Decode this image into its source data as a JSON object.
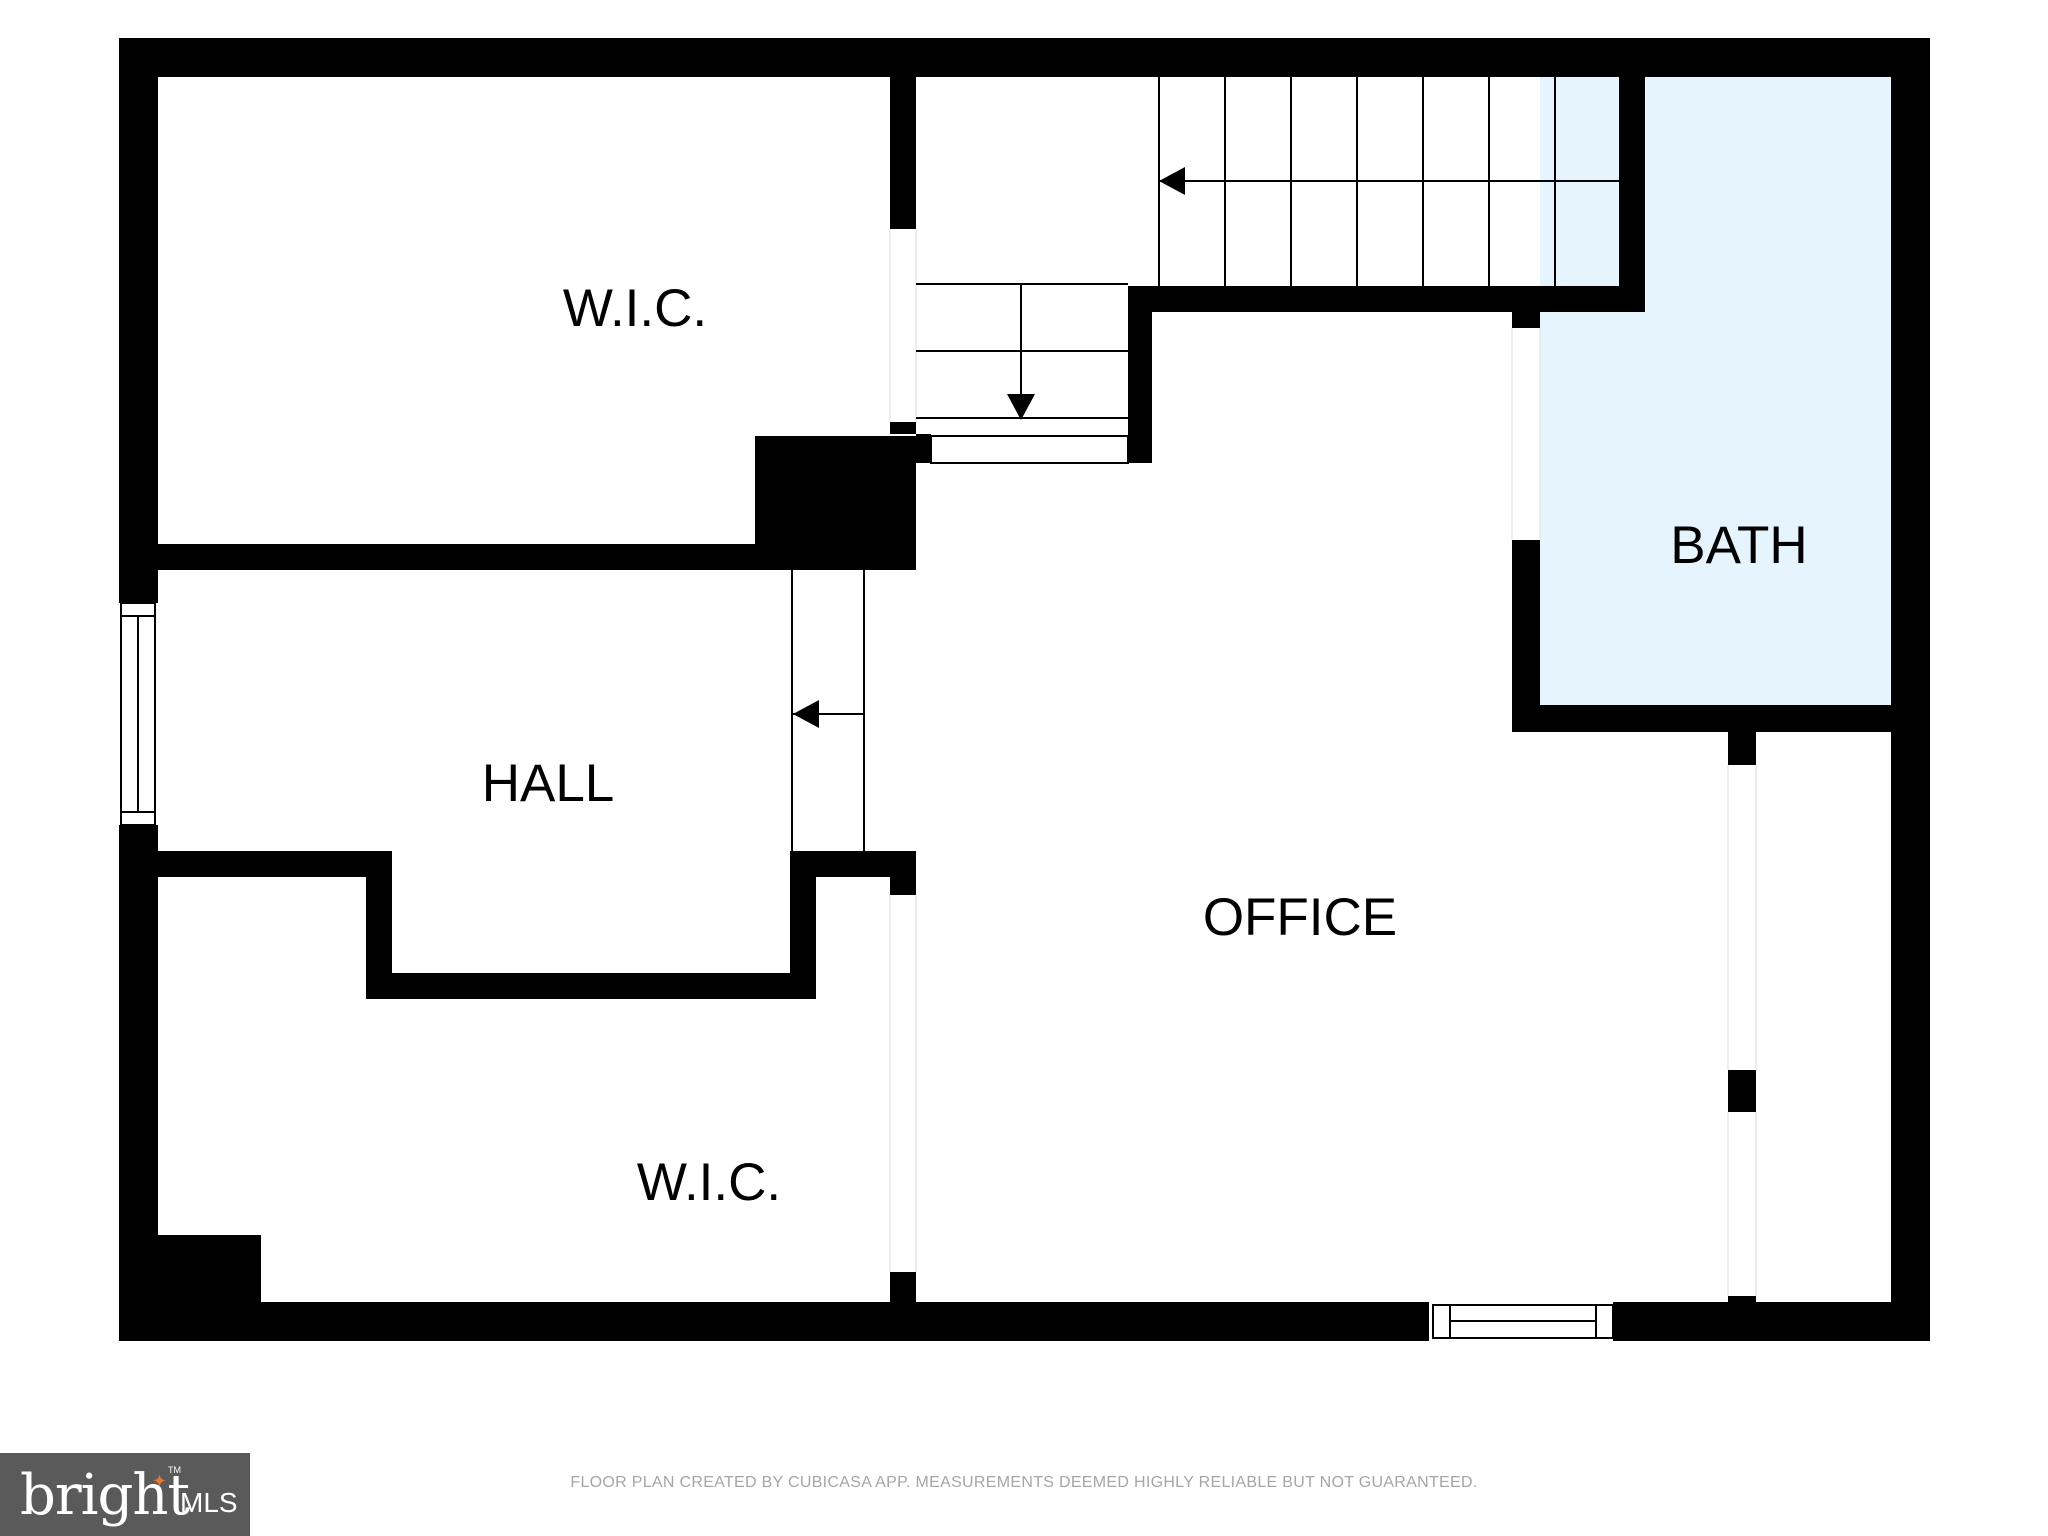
{
  "colors": {
    "wall": "#000000",
    "bath_fill": "#e6f4fd",
    "floor": "#ffffff",
    "accent_spark": "#e8732b"
  },
  "rooms": {
    "wic_top": "W.I.C.",
    "hall": "HALL",
    "wic_bottom": "W.I.C.",
    "office": "OFFICE",
    "bath": "BATH"
  },
  "footer": "FLOOR PLAN CREATED BY CUBICASA APP. MEASUREMENTS DEEMED HIGHLY RELIABLE BUT NOT GUARANTEED.",
  "logo": {
    "word": "bright",
    "suffix": "MLS",
    "tm": "TM"
  }
}
